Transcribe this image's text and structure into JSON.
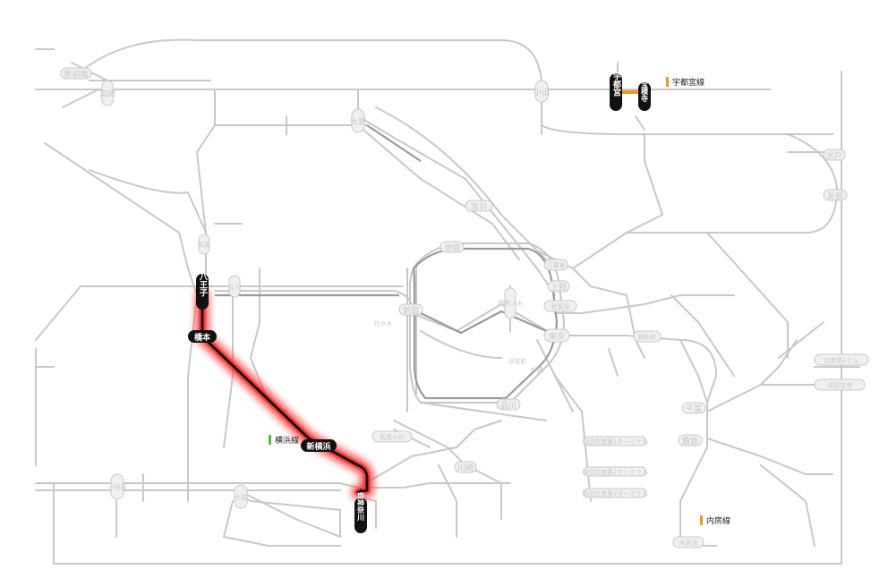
{
  "colors": {
    "background": "#ffffff",
    "network_line": "#c8c8c8",
    "network_line_dark": "#9a9a9a",
    "highlight_route": "#000000",
    "highlight_glow": "#ff2a2a",
    "utsunomiya_line": "#f0962f",
    "yokohama_line": "#5ab347",
    "uchibo_line": "#f0962f",
    "active_station_fill": "#111111",
    "faint_station_fill": "#e8e8e8"
  },
  "legend": {
    "utsunomiya": "宇都宮線",
    "yokohama": "横浜線",
    "uchibo": "内房線"
  },
  "active_stations": {
    "hachioji": "八王子",
    "hashimoto": "橋本",
    "shin_yokohama": "新横浜",
    "higashi_kanagawa": "東神奈川",
    "utsunomiya": "宇都宮",
    "hotokuji": "宝積寺"
  },
  "faint_stations": {
    "ikebukuro": "池袋",
    "ueno": "上野",
    "akihabara": "秋葉原",
    "tokyo": "東京",
    "shinjuku": "新宿",
    "shinagawa": "品川",
    "hamamatsucho": "浜松町",
    "chiba": "千葉",
    "soga": "蘇我",
    "narita_airport": "成田空港",
    "airport_terminal2": "空港第2ビル",
    "mito": "水戸",
    "tomobe": "友部",
    "omiya": "大宮",
    "takasaki": "高崎",
    "kawasaki": "川崎",
    "odawara": "小田原",
    "kisarazu": "木更津",
    "akabane": "赤羽",
    "tachikawa": "立川",
    "musashi_kosugi": "武蔵小杉",
    "haneda_t1": "羽田空港第1ターミナル",
    "haneda_t2": "羽田空港第2ターミナル",
    "haneda_t3": "羽田空港第3ターミナル",
    "shimbashi": "新橋",
    "ofuna": "大船",
    "ochanomizu": "御茶ノ水",
    "kinshicho": "錦糸町",
    "nippori": "日暮里",
    "oyama": "小山",
    "shin_maebashi": "新前橋",
    "hachioji_sub": "高尾",
    "sendagaya": "代々木"
  }
}
